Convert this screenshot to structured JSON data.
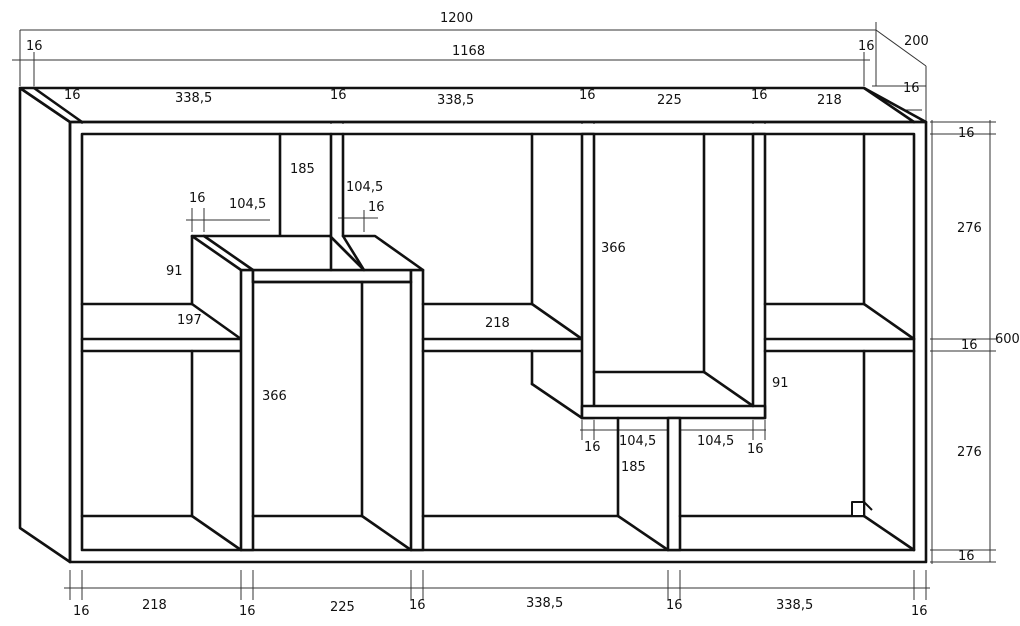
{
  "drawing": {
    "overall_width": "1200",
    "inner_width": "1168",
    "depth": "200",
    "height": "600",
    "side_thickness_left": "16",
    "side_thickness_right": "16",
    "depth_side_thickness": "16",
    "top": {
      "t1": "16",
      "w1": "338,5",
      "t2": "16",
      "w2": "338,5",
      "t3": "16",
      "w3": "225",
      "t4": "16",
      "w4": "218"
    },
    "right": {
      "t_top": "16",
      "h_upper": "276",
      "t_mid": "16",
      "h_lower": "276",
      "t_bottom": "16"
    },
    "bottom": {
      "t1": "16",
      "w1": "218",
      "t2": "16",
      "w2": "225",
      "t3": "16",
      "w3": "338,5",
      "t4": "16",
      "w4": "338,5",
      "t5": "16"
    },
    "inner": {
      "upper_divider_h": "185",
      "box_top_w": "104,5",
      "box_top_t_left": "16",
      "box_top_w_left": "104,5",
      "box_top_t_right": "16",
      "left_box_h": "91",
      "left_shelf_w": "197",
      "tall_left_h": "366",
      "middle_shelf_w": "218",
      "tall_right_h": "366",
      "right_box_h": "91",
      "under_box_t_left": "16",
      "under_box_w_left": "104,5",
      "under_box_w_right": "104,5",
      "under_box_t_right": "16",
      "lower_divider_h": "185"
    }
  }
}
